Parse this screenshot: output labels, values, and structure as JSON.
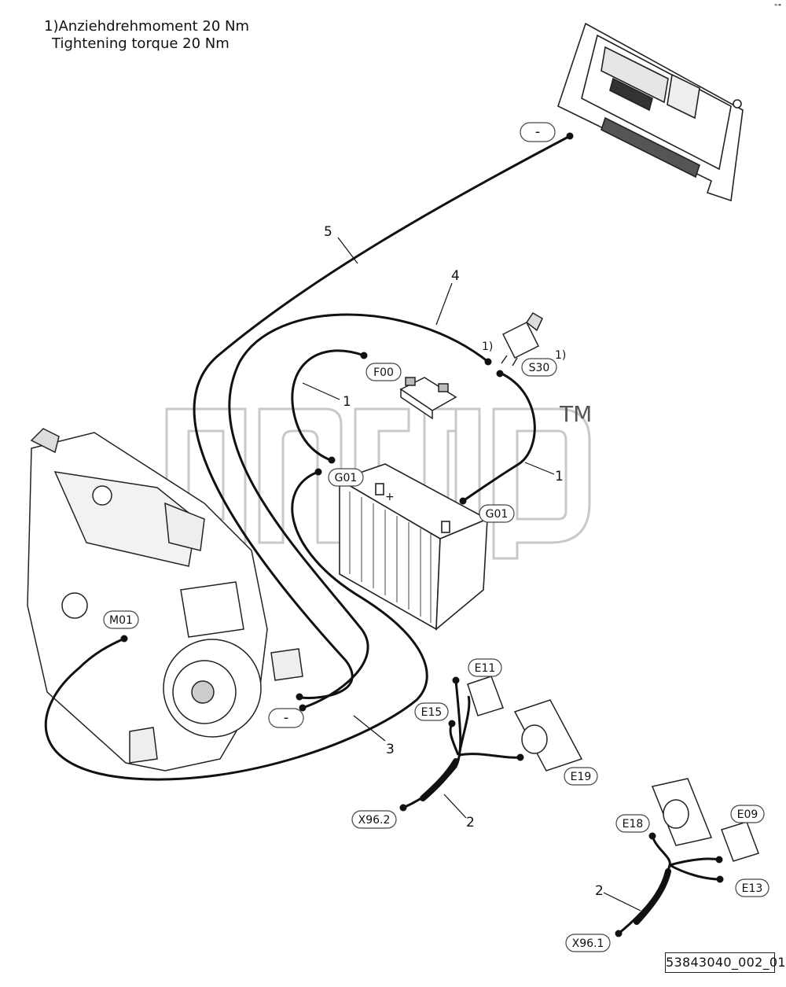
{
  "notes": {
    "line1": "1)Anziehdrehmoment 20 Nm",
    "line2": "Tightening torque 20 Nm"
  },
  "watermark": {
    "trademark": "TM"
  },
  "labels": {
    "neg_top": "-",
    "neg_bottom": "-",
    "F00": "F00",
    "S30": "S30",
    "G01_a": "G01",
    "G01_b": "G01",
    "M01": "M01",
    "E11": "E11",
    "E15": "E15",
    "E19": "E19",
    "X96_2": "X96.2",
    "E18": "E18",
    "E09": "E09",
    "E13": "E13",
    "X96_1": "X96.1"
  },
  "callouts": {
    "c5": "5",
    "c4": "4",
    "c1a": "1",
    "c1b": "1",
    "c3": "3",
    "c2a": "2",
    "c2b": "2",
    "torque_a": "1)",
    "torque_b": "1)"
  },
  "document_id": "53843040_002_01",
  "corner_mark": "⊶"
}
